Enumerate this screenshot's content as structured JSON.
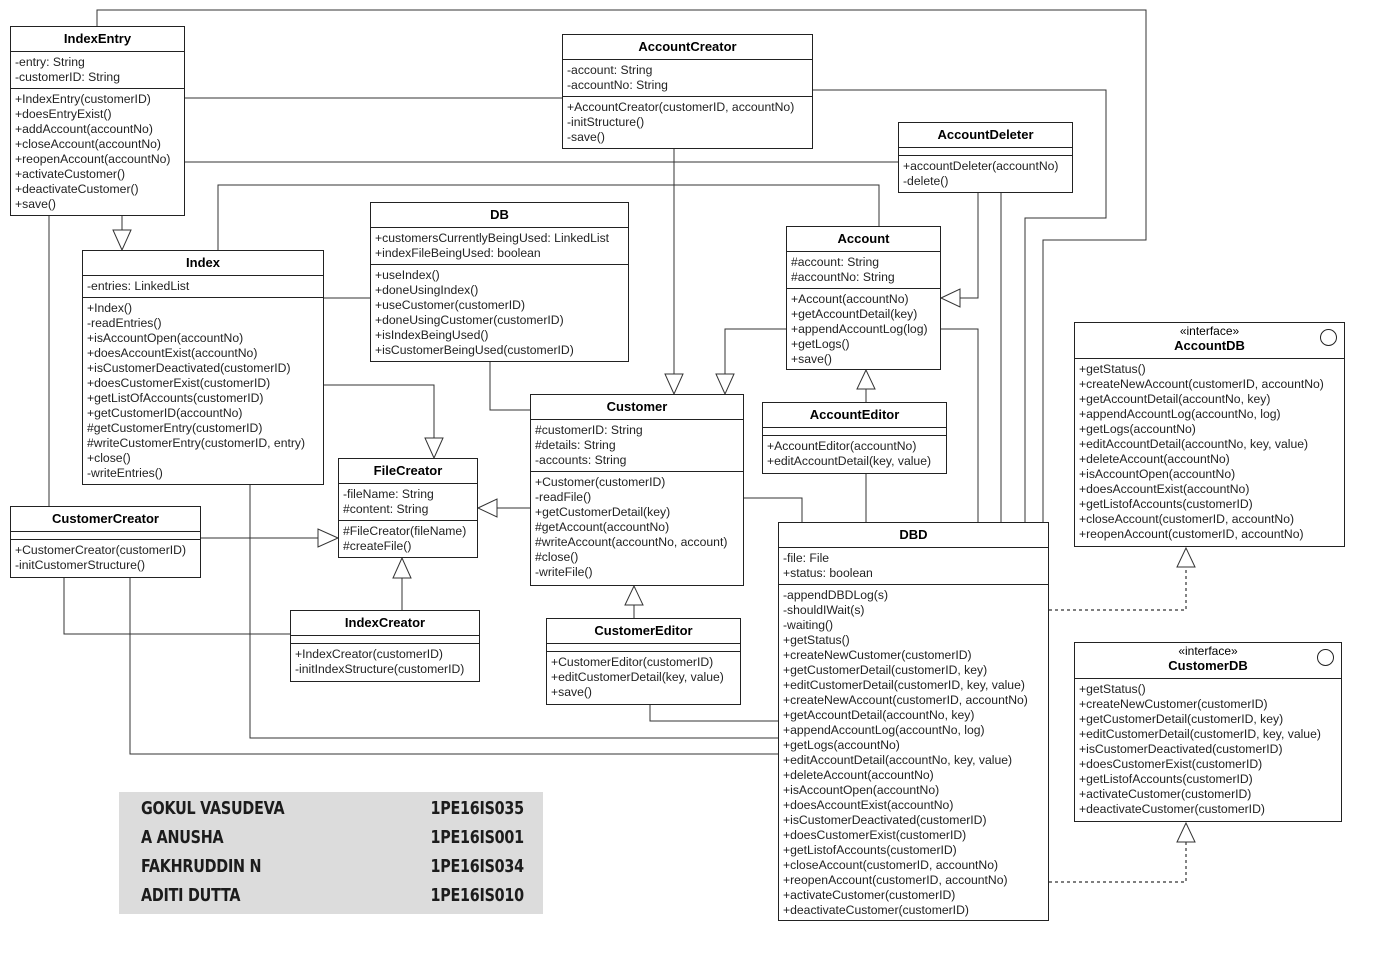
{
  "classes": {
    "index_entry": {
      "name": "IndexEntry",
      "attributes": [
        "-entry: String",
        "-customerID: String"
      ],
      "operations": [
        "+IndexEntry(customerID)",
        "+doesEntryExist()",
        "+addAccount(accountNo)",
        "+closeAccount(accountNo)",
        "+reopenAccount(accountNo)",
        "+activateCustomer()",
        "+deactivateCustomer()",
        "+save()"
      ]
    },
    "account_creator": {
      "name": "AccountCreator",
      "attributes": [
        "-account: String",
        "-accountNo: String"
      ],
      "operations": [
        "+AccountCreator(customerID, accountNo)",
        "-initStructure()",
        "-save()"
      ]
    },
    "account_deleter": {
      "name": "AccountDeleter",
      "attributes": [],
      "operations": [
        "+accountDeleter(accountNo)",
        "-delete()"
      ]
    },
    "db": {
      "name": "DB",
      "attributes": [
        "+customersCurrentlyBeingUsed: LinkedList",
        "+indexFileBeingUsed: boolean"
      ],
      "operations": [
        "+useIndex()",
        "+doneUsingIndex()",
        "+useCustomer(customerID)",
        "+doneUsingCustomer(customerID)",
        "+isIndexBeingUsed()",
        "+isCustomerBeingUsed(customerID)"
      ]
    },
    "index": {
      "name": "Index",
      "attributes": [
        "-entries: LinkedList"
      ],
      "operations": [
        "+Index()",
        "-readEntries()",
        "+isAccountOpen(accountNo)",
        "+doesAccountExist(accountNo)",
        "+isCustomerDeactivated(customerID)",
        "+doesCustomerExist(customerID)",
        "+getListOfAccounts(customerID)",
        "+getCustomerID(accountNo)",
        "#getCustomerEntry(customerID)",
        "#writeCustomerEntry(customerID, entry)",
        "+close()",
        "-writeEntries()"
      ]
    },
    "account": {
      "name": "Account",
      "attributes": [
        "#account: String",
        "#accountNo: String"
      ],
      "operations": [
        "+Account(accountNo)",
        "+getAccountDetail(key)",
        "+appendAccountLog(log)",
        "+getLogs()",
        "+save()"
      ]
    },
    "file_creator": {
      "name": "FileCreator",
      "attributes": [
        "-fileName: String",
        "#content: String"
      ],
      "operations": [
        "#FileCreator(fileName)",
        "#createFile()"
      ]
    },
    "customer": {
      "name": "Customer",
      "attributes": [
        "#customerID: String",
        "#details: String",
        "-accounts: String"
      ],
      "operations": [
        "+Customer(customerID)",
        "-readFile()",
        "+getCustomerDetail(key)",
        "#getAccount(accountNo)",
        "#writeAccount(accountNo, account)",
        "#close()",
        "-writeFile()"
      ]
    },
    "account_editor": {
      "name": "AccountEditor",
      "attributes": [],
      "operations": [
        "+AccountEditor(accountNo)",
        "+editAccountDetail(key, value)"
      ]
    },
    "customer_creator": {
      "name": "CustomerCreator",
      "attributes": [],
      "operations": [
        "+CustomerCreator(customerID)",
        "-initCustomerStructure()"
      ]
    },
    "index_creator": {
      "name": "IndexCreator",
      "attributes": [],
      "operations": [
        "+IndexCreator(customerID)",
        "-initIndexStructure(customerID)"
      ]
    },
    "customer_editor": {
      "name": "CustomerEditor",
      "attributes": [],
      "operations": [
        "+CustomerEditor(customerID)",
        "+editCustomerDetail(key, value)",
        "+save()"
      ]
    },
    "dbd": {
      "name": "DBD",
      "attributes": [
        "-file: File",
        "+status: boolean"
      ],
      "operations": [
        "-appendDBDLog(s)",
        "-shouldIWait(s)",
        "-waiting()",
        "+getStatus()",
        "+createNewCustomer(customerID)",
        "+getCustomerDetail(customerID, key)",
        "+editCustomerDetail(customerID, key, value)",
        "+createNewAccount(customerID, accountNo)",
        "+getAccountDetail(accountNo, key)",
        "+appendAccountLog(accountNo, log)",
        "+getLogs(accountNo)",
        "+editAccountDetail(accountNo, key, value)",
        "+deleteAccount(accountNo)",
        "+isAccountOpen(accountNo)",
        "+doesAccountExist(accountNo)",
        "+isCustomerDeactivated(customerID)",
        "+doesCustomerExist(customerID)",
        "+getListofAccounts(customerID)",
        "+closeAccount(customerID, accountNo)",
        "+reopenAccount(customerID, accountNo)",
        "+activateCustomer(customerID)",
        "+deactivateCustomer(customerID)"
      ]
    }
  },
  "interfaces": {
    "account_db": {
      "stereotype": "«interface»",
      "name": "AccountDB",
      "operations": [
        "+getStatus()",
        "+createNewAccount(customerID, accountNo)",
        "+getAccountDetail(accountNo, key)",
        "+appendAccountLog(accountNo, log)",
        "+getLogs(accountNo)",
        "+editAccountDetail(accountNo, key, value)",
        "+deleteAccount(accountNo)",
        "+isAccountOpen(accountNo)",
        "+doesAccountExist(accountNo)",
        "+getListofAccounts(customerID)",
        "+closeAccount(customerID, accountNo)",
        "+reopenAccount(customerID, accountNo)"
      ]
    },
    "customer_db": {
      "stereotype": "«interface»",
      "name": "CustomerDB",
      "operations": [
        "+getStatus()",
        "+createNewCustomer(customerID)",
        "+getCustomerDetail(customerID, key)",
        "+editCustomerDetail(customerID, key, value)",
        "+isCustomerDeactivated(customerID)",
        "+doesCustomerExist(customerID)",
        "+getListofAccounts(customerID)",
        "+activateCustomer(customerID)",
        "+deactivateCustomer(customerID)"
      ]
    }
  },
  "relationships": [
    {
      "from": "IndexEntry",
      "to": "Index",
      "kind": "generalization"
    },
    {
      "from": "AccountCreator",
      "to": "Customer",
      "kind": "generalization"
    },
    {
      "from": "AccountDeleter",
      "to": "Account",
      "kind": "generalization"
    },
    {
      "from": "Account",
      "to": "Customer",
      "kind": "generalization"
    },
    {
      "from": "AccountEditor",
      "to": "Account",
      "kind": "generalization"
    },
    {
      "from": "Index",
      "to": "FileCreator",
      "kind": "generalization"
    },
    {
      "from": "Customer",
      "to": "FileCreator",
      "kind": "generalization"
    },
    {
      "from": "CustomerCreator",
      "to": "FileCreator",
      "kind": "generalization"
    },
    {
      "from": "IndexCreator",
      "to": "FileCreator",
      "kind": "generalization"
    },
    {
      "from": "CustomerEditor",
      "to": "Customer",
      "kind": "generalization"
    },
    {
      "from": "DBD",
      "to": "AccountDB",
      "kind": "realization"
    },
    {
      "from": "DBD",
      "to": "CustomerDB",
      "kind": "realization"
    }
  ],
  "team": [
    {
      "name": "GOKUL VASUDEVA",
      "id": "1PE16IS035"
    },
    {
      "name": "A ANUSHA",
      "id": "1PE16IS001"
    },
    {
      "name": "FAKHRUDDIN N",
      "id": "1PE16IS034"
    },
    {
      "name": "ADITI DUTTA",
      "id": "1PE16IS010"
    }
  ]
}
